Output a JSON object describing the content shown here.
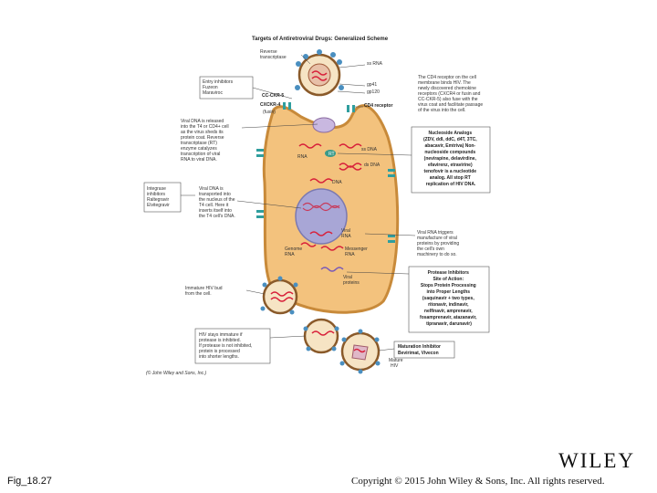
{
  "diagram": {
    "title": "Targets of Antiretroviral Drugs: Generalized Scheme",
    "labels": {
      "reverse_transcriptase": [
        "Reverse",
        "transcriptase"
      ],
      "ss_rna_top": "ss RNA",
      "gp41": "gp41",
      "gp120": "gp120",
      "ccr5": "CC-CKR-5",
      "cxcr4": "CXCKR-4",
      "fusin": "(fusin)",
      "cd4_receptor": "CD4 receptor",
      "rna": "RNA",
      "rt": "RT",
      "ss_dna": "ss DNA",
      "ds_dna": "ds DNA",
      "dna": "DNA",
      "viral_rna": [
        "Viral",
        "RNA"
      ],
      "genome_rna": [
        "Genome",
        "RNA"
      ],
      "messenger_rna": [
        "Messenger",
        "RNA"
      ],
      "viral_proteins": [
        "Viral",
        "proteins"
      ],
      "immature_bud": [
        "Immature HIV bud",
        "from the cell."
      ],
      "mature_hiv": [
        "Mature",
        "HIV"
      ],
      "credit": "(© John Wiley and Sons, Inc.)"
    },
    "boxes": {
      "entry_inhibitors": [
        "Entry inhibitors",
        "Fuzeon",
        "Maraviroc"
      ],
      "cd4_text": [
        "The CD4 receptor on the cell",
        "membrane binds HIV. The",
        "newly discovered chemokine",
        "receptors (CXCR4 or fusin and",
        "CC-CKR-5) also fuse with the",
        "virus coat and facilitate passage",
        "of the virus into the cell."
      ],
      "viral_dna_released": [
        "Viral DNA is released",
        "into the T4 or CD4+ cell",
        "as the virus sheds its",
        "protein coat. Reverse",
        "transcriptase (RT)",
        "enzyme catalyzes",
        "transcription of viral",
        "RNA to viral DNA."
      ],
      "nucleoside": [
        "Nucleoside Analogs",
        "(ZDV, ddI, ddC, d4T, 3TC,",
        "abacavir, Emtriva) Non-",
        "nucleoside compounds",
        "(nevirapine, delavirdine,",
        "efavirenz, etravirine)",
        "tenofovir is a nucleotide",
        "analog. All stop RT",
        "replication of HIV DNA."
      ],
      "integrase": [
        "Integrase",
        "inhibitors",
        "Raltegravir",
        "Elvitegravir"
      ],
      "viral_dna_transported": [
        "Viral DNA is",
        "transported into",
        "the nucleus of the",
        "T4 cell. Here it",
        "inserts itself into",
        "the T4 cell's DNA."
      ],
      "viral_rna_triggers": [
        "Viral RNA triggers",
        "manufacture of viral",
        "proteins by providing",
        "the cell's own",
        "machinery to do so."
      ],
      "protease": [
        "Protease Inhibitors",
        "Site of Action:",
        "Stops Protein Processing",
        "into Proper Lengths",
        "(saquinavir + two types,",
        "ritonavir, indinavir,",
        "nelfinavir, amprenavir,",
        "fosamprenavir, atazanavir,",
        "tipranavir, darunavir)"
      ],
      "hiv_stays": [
        "HIV stays immature if",
        "protease is inhibited.",
        "If protease is not inhibited,",
        "protein is processed",
        "into shorter lengths."
      ],
      "maturation": [
        "Maturation Inhibitor",
        "Bevirimat, Vivecon"
      ]
    }
  },
  "footer": {
    "publisher": "WILEY",
    "figure": "Fig_18.27",
    "copyright": "Copyright © 2015 John Wiley & Sons, Inc. All rights reserved."
  },
  "colors": {
    "cell_fill": "#f3c27d",
    "cell_stroke": "#c88a3a",
    "nucleus_fill": "#a8a6d6",
    "rna_red": "#d8203a",
    "virion_outer": "#8a5a2a",
    "spike_blue": "#4a8fc0",
    "teal_receptor": "#2f9e9e"
  }
}
